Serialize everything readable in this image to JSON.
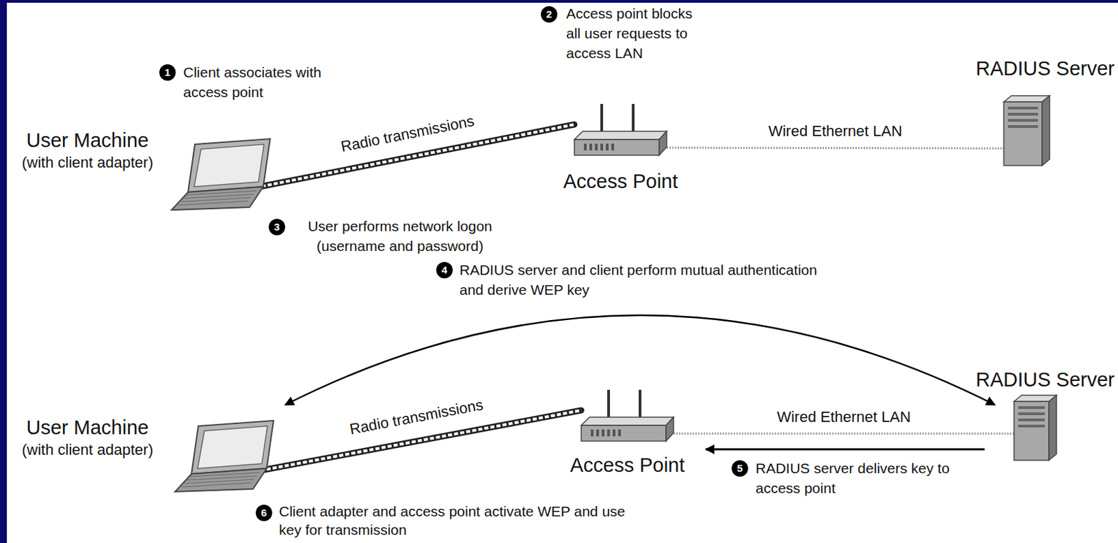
{
  "diagram": {
    "nodes": [
      {
        "text": [
          "User Machine",
          "(with client adapter)"
        ]
      },
      {
        "text": [
          "Access Point"
        ]
      },
      {
        "text": [
          "RADIUS Server"
        ]
      },
      {
        "text": [
          "User Machine",
          "(with client adapter)"
        ]
      },
      {
        "text": [
          "Access Point"
        ]
      },
      {
        "text": [
          "RADIUS Server"
        ]
      }
    ],
    "edges": [
      {
        "from": 0,
        "to": 1,
        "arrow": "none",
        "label": "Radio transmissions"
      },
      {
        "from": 1,
        "to": 2,
        "arrow": "none",
        "label": "Wired Ethernet LAN"
      },
      {
        "from": 3,
        "to": 4,
        "arrow": "none",
        "label": "Radio transmissions"
      },
      {
        "from": 4,
        "to": 5,
        "arrow": "none",
        "label": "Wired Ethernet LAN"
      },
      {
        "from": 3,
        "to": 5,
        "arrow": "both"
      },
      {
        "from": 5,
        "to": 4,
        "arrow": "to"
      }
    ],
    "labels": [
      "1",
      "Client associates with access point",
      "2",
      "Access point blocks all user requests to access LAN",
      "3",
      "User performs network logon (username and password)",
      "4",
      "RADIUS server and client perform mutual authentication and derive WEP key",
      "5",
      "RADIUS server delivers key to access point",
      "6",
      "Client adapter and access point activate WEP and use key for transmission"
    ]
  }
}
